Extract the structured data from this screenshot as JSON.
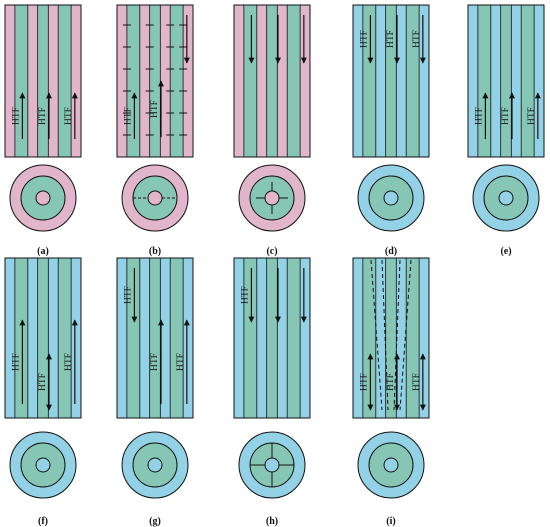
{
  "colors": {
    "pink": "#e2b6ca",
    "teal": "#86c6b4",
    "blue": "#93d1e6",
    "line": "#111111"
  },
  "htf_text": "HTF",
  "panels": [
    {
      "label": "(a)",
      "outer": "pink",
      "layers": [
        "pink",
        "teal",
        "pink",
        "teal",
        "pink",
        "teal",
        "pink"
      ],
      "fins": "none",
      "cross_fins": "none",
      "dashed": false,
      "arrows": [
        {
          "dir": "up",
          "text": true
        },
        {
          "dir": "up",
          "text": true
        },
        {
          "dir": "up",
          "text": true
        }
      ]
    },
    {
      "label": "(b)",
      "outer": "pink",
      "layers": [
        "pink",
        "teal",
        "pink",
        "teal",
        "pink",
        "teal",
        "pink"
      ],
      "fins": "ticks",
      "cross_fins": "horizontal-dashed",
      "dashed": false,
      "arrows": [
        {
          "dir": "up",
          "text": true
        },
        {
          "dir": "up",
          "text": true
        },
        {
          "dir": "down",
          "text": false
        }
      ]
    },
    {
      "label": "(c)",
      "outer": "pink",
      "layers": [
        "pink",
        "teal",
        "pink",
        "teal",
        "pink",
        "teal",
        "pink"
      ],
      "fins": "none",
      "cross_fins": "cross",
      "dashed": false,
      "arrows": [
        {
          "dir": "down",
          "text": false
        },
        {
          "dir": "down",
          "text": false
        },
        {
          "dir": "down",
          "text": false
        }
      ]
    },
    {
      "label": "(d)",
      "outer": "blue",
      "layers": [
        "blue",
        "teal",
        "blue",
        "teal",
        "blue",
        "teal",
        "blue"
      ],
      "fins": "none",
      "cross_fins": "none",
      "dashed": false,
      "arrows": [
        {
          "dir": "down",
          "text": true
        },
        {
          "dir": "down",
          "text": true
        },
        {
          "dir": "down",
          "text": true
        }
      ]
    },
    {
      "label": "(e)",
      "outer": "blue",
      "layers": [
        "blue",
        "teal",
        "blue",
        "teal",
        "blue",
        "teal",
        "blue"
      ],
      "fins": "none",
      "cross_fins": "none",
      "dashed": false,
      "arrows": [
        {
          "dir": "up",
          "text": true
        },
        {
          "dir": "up",
          "text": true
        },
        {
          "dir": "up",
          "text": true
        }
      ]
    },
    {
      "label": "(f)",
      "outer": "blue",
      "layers": [
        "blue",
        "teal",
        "blue",
        "teal",
        "blue",
        "teal",
        "blue"
      ],
      "fins": "none",
      "cross_fins": "none",
      "dashed": false,
      "arrows": [
        {
          "dir": "up",
          "text": true
        },
        {
          "dir": "both",
          "text": true
        },
        {
          "dir": "up",
          "text": true
        }
      ]
    },
    {
      "label": "(g)",
      "outer": "blue",
      "layers": [
        "blue",
        "teal",
        "blue",
        "teal",
        "blue",
        "teal",
        "blue"
      ],
      "fins": "none",
      "cross_fins": "none",
      "dashed": false,
      "arrows": [
        {
          "dir": "down",
          "text": true
        },
        {
          "dir": "up",
          "text": true
        },
        {
          "dir": "up",
          "text": true
        }
      ]
    },
    {
      "label": "(h)",
      "outer": "blue",
      "layers": [
        "blue",
        "teal",
        "blue",
        "teal",
        "blue",
        "teal",
        "blue"
      ],
      "fins": "none",
      "cross_fins": "cross",
      "dashed": false,
      "arrows": [
        {
          "dir": "down",
          "text": true
        },
        {
          "dir": "down",
          "text": false
        },
        {
          "dir": "down",
          "text": false
        }
      ]
    },
    {
      "label": "(i)",
      "outer": "blue",
      "layers": [
        "blue",
        "teal",
        "blue",
        "teal",
        "blue",
        "teal",
        "blue"
      ],
      "fins": "none",
      "cross_fins": "none",
      "dashed": true,
      "arrows": [
        {
          "dir": "both",
          "text": true
        },
        {
          "dir": "both",
          "text": true
        },
        {
          "dir": "both",
          "text": true
        }
      ]
    }
  ]
}
